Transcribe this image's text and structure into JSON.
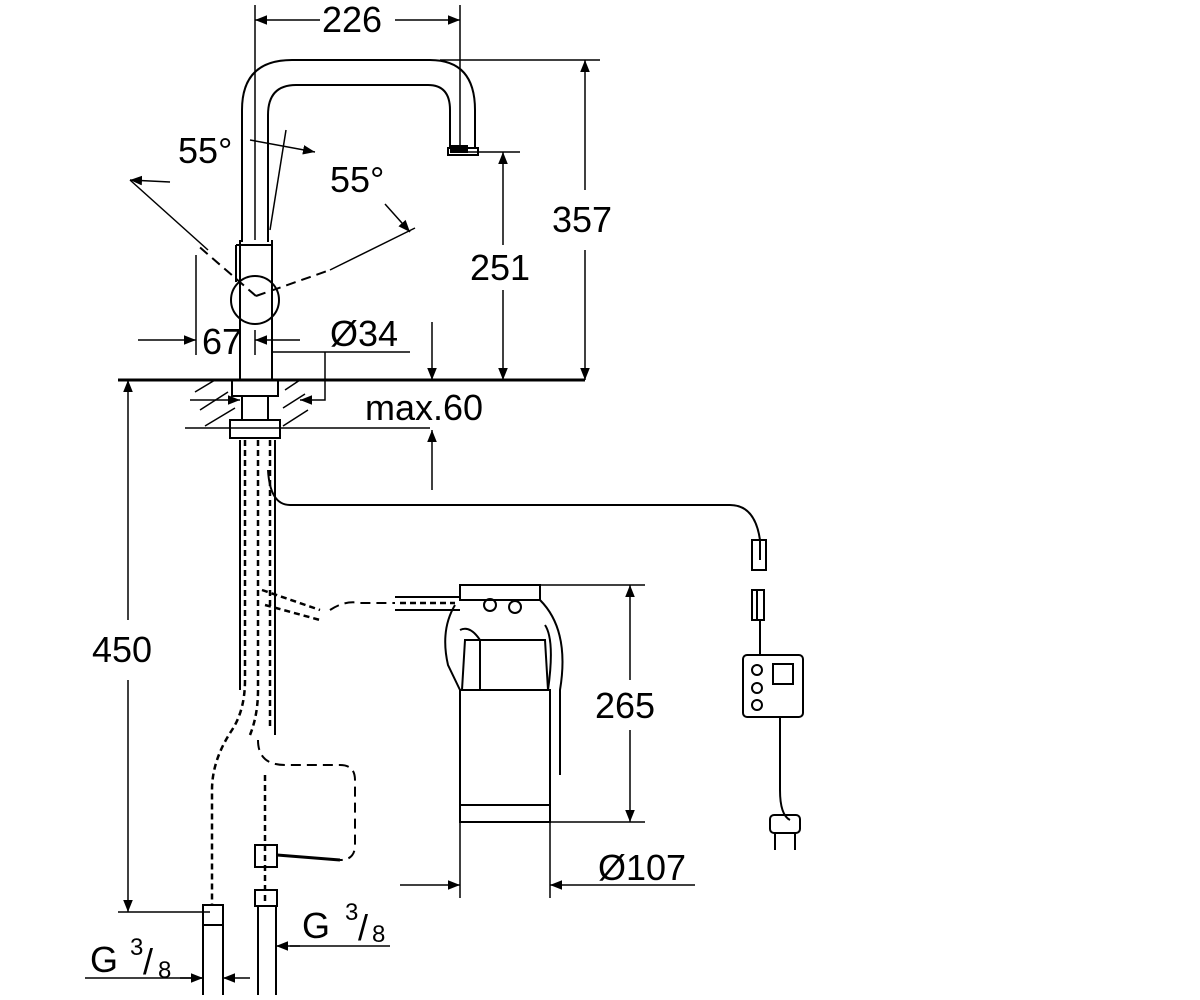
{
  "dimensions": {
    "spout_reach": "226",
    "spout_total_height": "357",
    "spout_outlet_height": "251",
    "lever_angle_left": "55°",
    "lever_angle_right": "55°",
    "lever_offset": "67",
    "body_diameter": "Ø34",
    "countertop_thickness": "max.60",
    "below_counter_length": "450",
    "filter_height": "265",
    "filter_diameter": "Ø107"
  },
  "connections": {
    "left": {
      "prefix": "G",
      "num": "3",
      "den": "8"
    },
    "right": {
      "prefix": "G",
      "num": "3",
      "den": "8"
    }
  }
}
